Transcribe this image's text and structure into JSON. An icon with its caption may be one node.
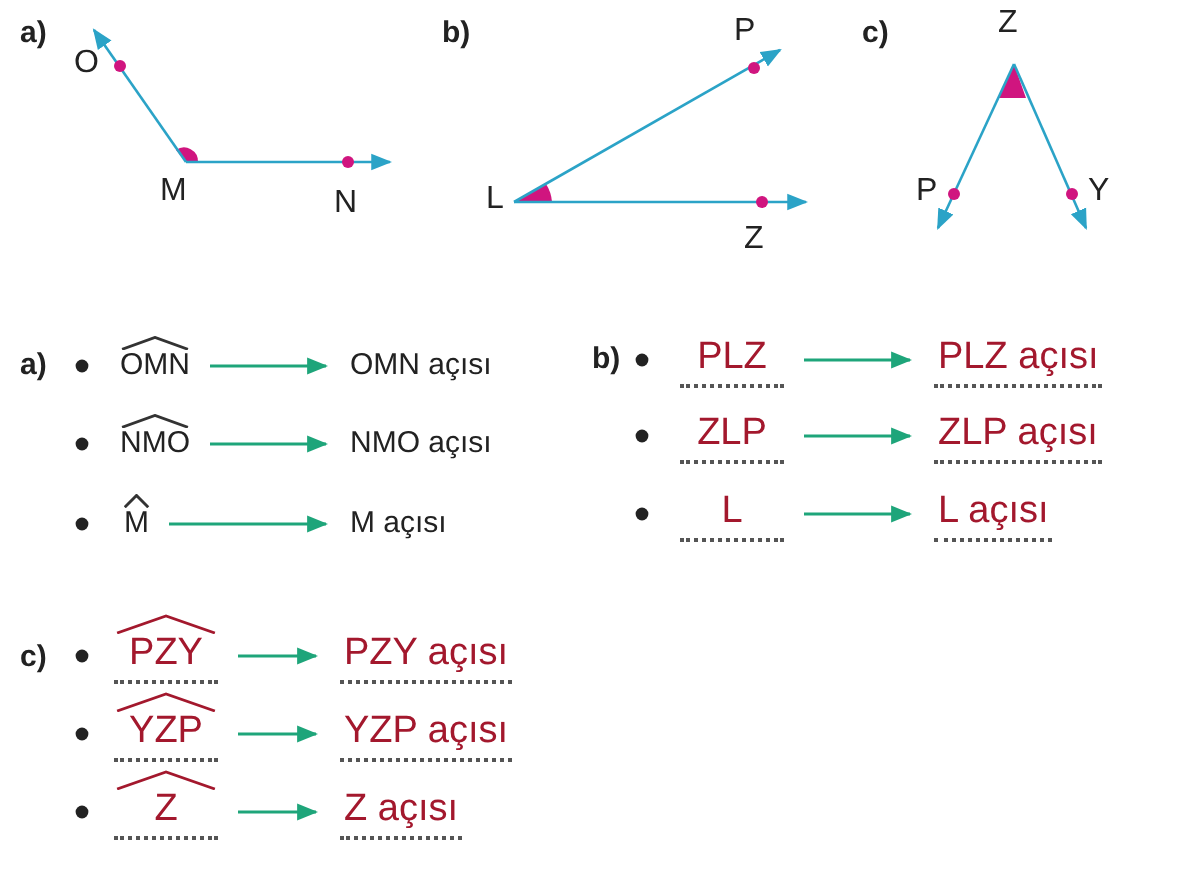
{
  "diagram": {
    "nodes": [
      {
        "text": [
          "OMN"
        ]
      },
      {
        "text": [
          "OMN açısı"
        ]
      },
      {
        "text": [
          "NMO"
        ]
      },
      {
        "text": [
          "NMO açısı"
        ]
      },
      {
        "text": [
          "M"
        ]
      },
      {
        "text": [
          "M açısı"
        ]
      },
      {
        "text": [
          "PLZ"
        ]
      },
      {
        "text": [
          "PLZ açısı"
        ]
      },
      {
        "text": [
          "ZLP"
        ]
      },
      {
        "text": [
          "ZLP açısı"
        ]
      },
      {
        "text": [
          "L"
        ]
      },
      {
        "text": [
          "L açısı"
        ]
      },
      {
        "text": [
          "PZY"
        ]
      },
      {
        "text": [
          "PZY açısı"
        ]
      },
      {
        "text": [
          "YZP"
        ]
      },
      {
        "text": [
          "YZP açısı"
        ]
      },
      {
        "text": [
          "Z"
        ]
      },
      {
        "text": [
          "Z açısı"
        ]
      }
    ],
    "edges": [
      {
        "from": 0,
        "to": 1,
        "arrow": "to"
      },
      {
        "from": 2,
        "to": 3,
        "arrow": "to"
      },
      {
        "from": 4,
        "to": 5,
        "arrow": "to"
      },
      {
        "from": 6,
        "to": 7,
        "arrow": "to"
      },
      {
        "from": 8,
        "to": 9,
        "arrow": "to"
      },
      {
        "from": 10,
        "to": 11,
        "arrow": "to"
      },
      {
        "from": 12,
        "to": 13,
        "arrow": "to"
      },
      {
        "from": 14,
        "to": 15,
        "arrow": "to"
      },
      {
        "from": 16,
        "to": 17,
        "arrow": "to"
      }
    ],
    "labels": [
      "a)",
      "O",
      "M",
      "N",
      "b)",
      "P",
      "L",
      "Z",
      "c)",
      "Z",
      "P",
      "Y",
      "a)",
      "b)",
      "c)"
    ]
  }
}
